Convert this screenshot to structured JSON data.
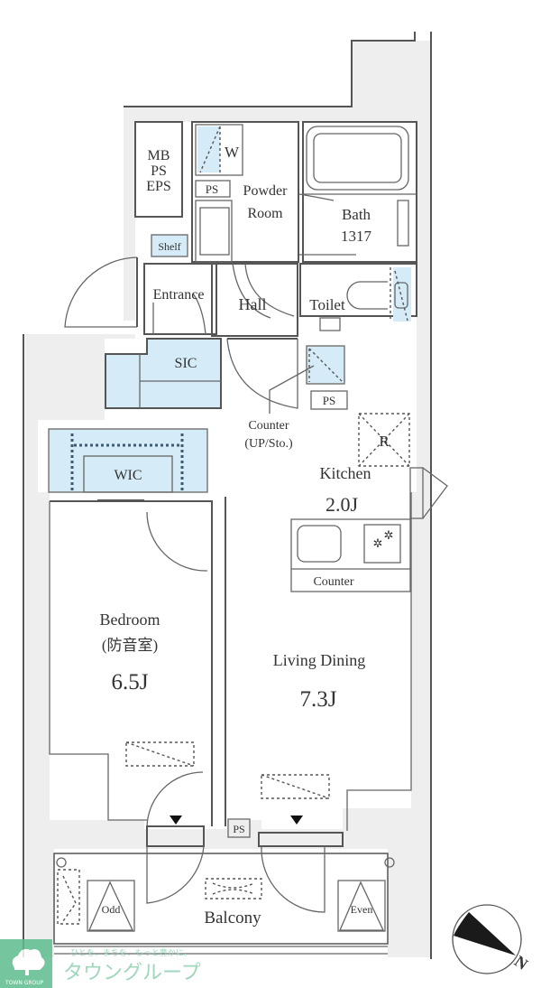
{
  "floorplan": {
    "rooms": {
      "mb_ps_eps": [
        "MB",
        "PS",
        "EPS"
      ],
      "washer": "W",
      "ps_top": "PS",
      "powder_room": [
        "Powder",
        "Room"
      ],
      "bath": [
        "Bath",
        "1317"
      ],
      "shelf": "Shelf",
      "entrance": "Entrance",
      "hall": "Hall",
      "toilet": "Toilet",
      "sic": "SIC",
      "ps_mid": "PS",
      "counter_upsto": [
        "Counter",
        "(UP/Sto.)"
      ],
      "refrigerator": "R",
      "kitchen": "Kitchen",
      "kitchen_size": "2.0J",
      "kitchen_counter": "Counter",
      "wic": "WIC",
      "bedroom": "Bedroom",
      "bedroom_note": "(防音室)",
      "bedroom_size": "6.5J",
      "living_dining": "Living Dining",
      "living_size": "7.3J",
      "ps_bottom": "PS",
      "balcony": "Balcony",
      "odd": "Odd",
      "even": "Even"
    },
    "compass": {
      "north_label": "N"
    },
    "colors": {
      "storage": "#d5ebf7",
      "structure": "#eeeeee",
      "wall": "#555555",
      "watermark": "#5dbd8e"
    }
  },
  "watermark": {
    "tagline": "ひとを、まちを、もっと豊かに。",
    "brand_jp": "タウングループ",
    "brand_en": "TOWN GROUP"
  }
}
